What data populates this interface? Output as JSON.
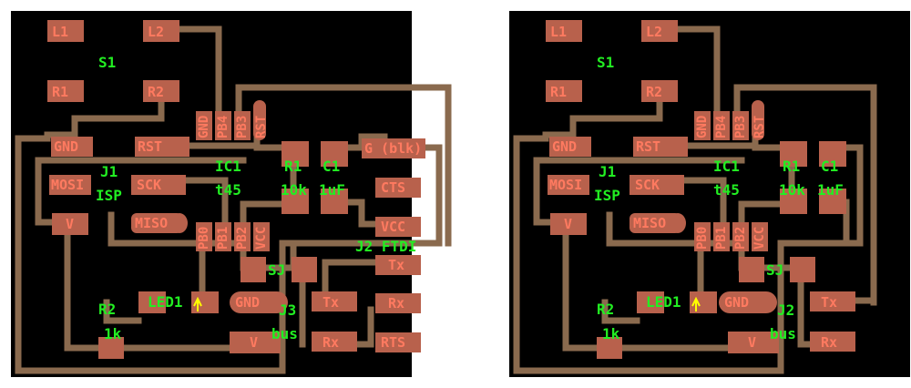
{
  "boards": [
    {
      "id": "left",
      "part_labels": {
        "s1": "S1",
        "ic1": "IC1",
        "t45": "t45",
        "r1": "R1",
        "r1_value": "10k",
        "c1": "C1",
        "c1_value": "1uF",
        "j1": "J1",
        "isp": "ISP",
        "j2_ftdi": "J2 FTDI",
        "sj": "SJ",
        "r2": "R2",
        "r2_value": "1k",
        "led1": "LED1",
        "j3": "J3",
        "bus": "bus"
      },
      "pad_labels": {
        "l1": "L1",
        "l2": "L2",
        "r1": "R1",
        "r2": "R2",
        "gnd": "GND",
        "rst": "RST",
        "mosi": "MOSI",
        "sck": "SCK",
        "miso": "MISO",
        "v_left": "V",
        "g_blk": "G (blk)",
        "cts": "CTS",
        "vcc": "VCC",
        "tx_ftdi": "Tx",
        "gnd_bus": "GND",
        "tx_bus": "Tx",
        "rx_ftdi": "Rx",
        "v_bottom": "V",
        "rx_bus": "Rx",
        "rts": "RTS"
      },
      "pin_labels": [
        "GND",
        "PB4",
        "PB3",
        "RST",
        "PB0",
        "PB1",
        "PB2",
        "VCC"
      ]
    },
    {
      "id": "right",
      "part_labels": {
        "s1": "S1",
        "ic1": "IC1",
        "t45": "t45",
        "r1": "R1",
        "r1_value": "10k",
        "c1": "C1",
        "c1_value": "1uF",
        "j1": "J1",
        "isp": "ISP",
        "sj": "SJ",
        "r2": "R2",
        "r2_value": "1k",
        "led1": "LED1",
        "j2": "J2",
        "bus": "bus"
      },
      "pad_labels": {
        "l1": "L1",
        "l2": "L2",
        "r1": "R1",
        "r2": "R2",
        "gnd": "GND",
        "rst": "RST",
        "mosi": "MOSI",
        "sck": "SCK",
        "miso": "MISO",
        "v_left": "V",
        "gnd_bus": "GND",
        "tx_bus": "Tx",
        "v_bottom": "V",
        "rx_bus": "Rx"
      },
      "pin_labels": [
        "GND",
        "PB4",
        "PB3",
        "RST",
        "PB0",
        "PB1",
        "PB2",
        "VCC"
      ]
    }
  ],
  "colors": {
    "background": "#000000",
    "trace": "#8a6a4e",
    "pad": "#b8614c",
    "pad_label": "#ff7a60",
    "part_label": "#22ee22",
    "led_indicator": "#ffff00"
  }
}
